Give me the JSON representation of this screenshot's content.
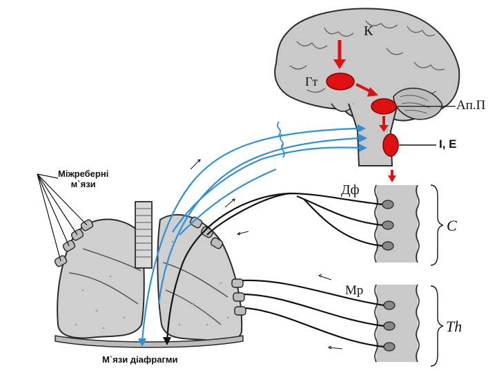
{
  "brain": {
    "k": "К",
    "gt": "Гт",
    "ap": "Ап.П",
    "ie": "I, E"
  },
  "spine": {
    "df": "Дф",
    "c": "C",
    "mr": "Мр",
    "th": "Th"
  },
  "lungs": {
    "intercostal_line1": "Міжреберні",
    "intercostal_line2": "м`язи",
    "diaphragm": "М`язи діафрагми"
  },
  "colors": {
    "red": "#e01010",
    "blue": "#2e8fd6",
    "tissue": "#c9c9c9",
    "outline": "#2a2a2a"
  }
}
